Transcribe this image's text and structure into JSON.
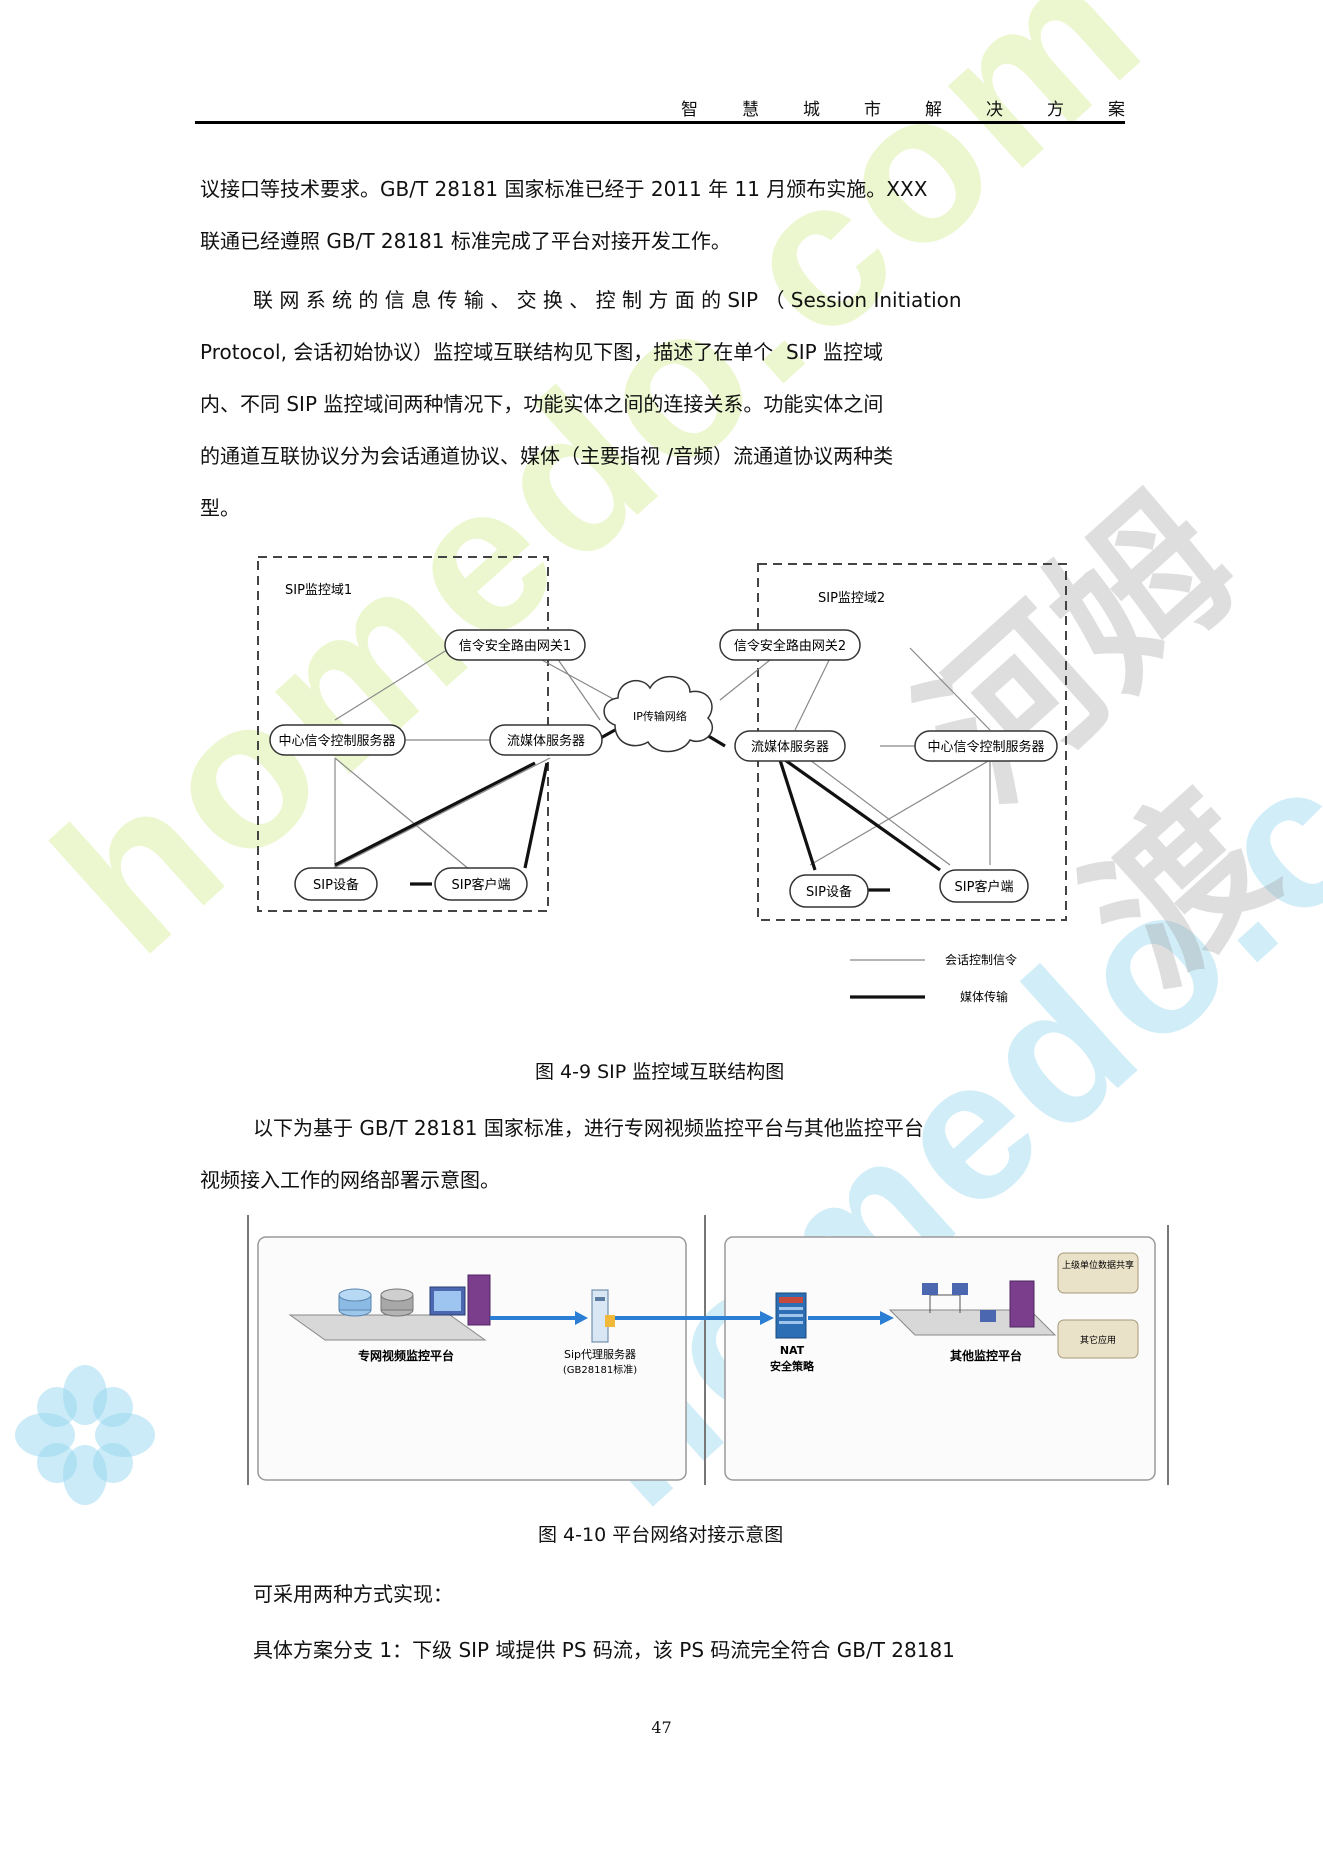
{
  "header": {
    "title": "智慧城市解决方案"
  },
  "paragraphs": {
    "p1_line1": "议接口等技术要求。GB/T 28181 国家标准已经于 2011 年 11 月颁布实施。XXX",
    "p1_line2": "联通已经遵照 GB/T 28181 标准完成了平台对接开发工作。",
    "p2_line1": "联 网 系 统 的 信 息 传 输 、 交 换 、 控 制 方 面 的 SIP （ Session Initiation",
    "p2_line2": "Protocol, 会话初始协议）监控域互联结构见下图，描述了在单个  SIP 监控域",
    "p2_line3": "内、不同 SIP 监控域间两种情况下，功能实体之间的连接关系。功能实体之间",
    "p2_line4": "的通道互联协议分为会话通道协议、媒体（主要指视 /音频）流通道协议两种类",
    "p2_line5": "型。",
    "p3_line1": "以下为基于 GB/T 28181 国家标准，进行专网视频监控平台与其他监控平台",
    "p3_line2": "视频接入工作的网络部署示意图。",
    "p4_line1": "可采用两种方式实现：",
    "p5_line1": "具体方案分支 1：下级 SIP 域提供 PS 码流，该 PS 码流完全符合 GB/T 28181"
  },
  "figure1": {
    "caption": "图 4-9 SIP 监控域互联结构图",
    "domain1": "SIP监控域1",
    "domain2": "SIP监控域2",
    "nodes": {
      "gateway1": "信令安全路由网关1",
      "gateway2": "信令安全路由网关2",
      "center1": "中心信令控制服务器",
      "center2": "中心信令控制服务器",
      "media1": "流媒体服务器",
      "media2": "流媒体服务器",
      "device1": "SIP设备",
      "device2": "SIP设备",
      "client1": "SIP客户端",
      "client2": "SIP客户端",
      "cloud": "IP传输网络"
    },
    "legend": {
      "signal": "会话控制信令",
      "media": "媒体传输"
    }
  },
  "figure2": {
    "caption": "图 4-10 平台网络对接示意图",
    "left_platform": "专网视频监控平台",
    "proxy_line1": "Sip代理服务器",
    "proxy_line2": "(GB28181标准)",
    "nat_line1": "NAT",
    "nat_line2": "安全策略",
    "right_platform": "其他监控平台",
    "box_top": "上级单位数据共享",
    "box_bottom": "其它应用"
  },
  "page_number": "47",
  "watermarks": {
    "green": "homedo.com",
    "blue": "homedo.com",
    "gray": "河姆渡"
  }
}
